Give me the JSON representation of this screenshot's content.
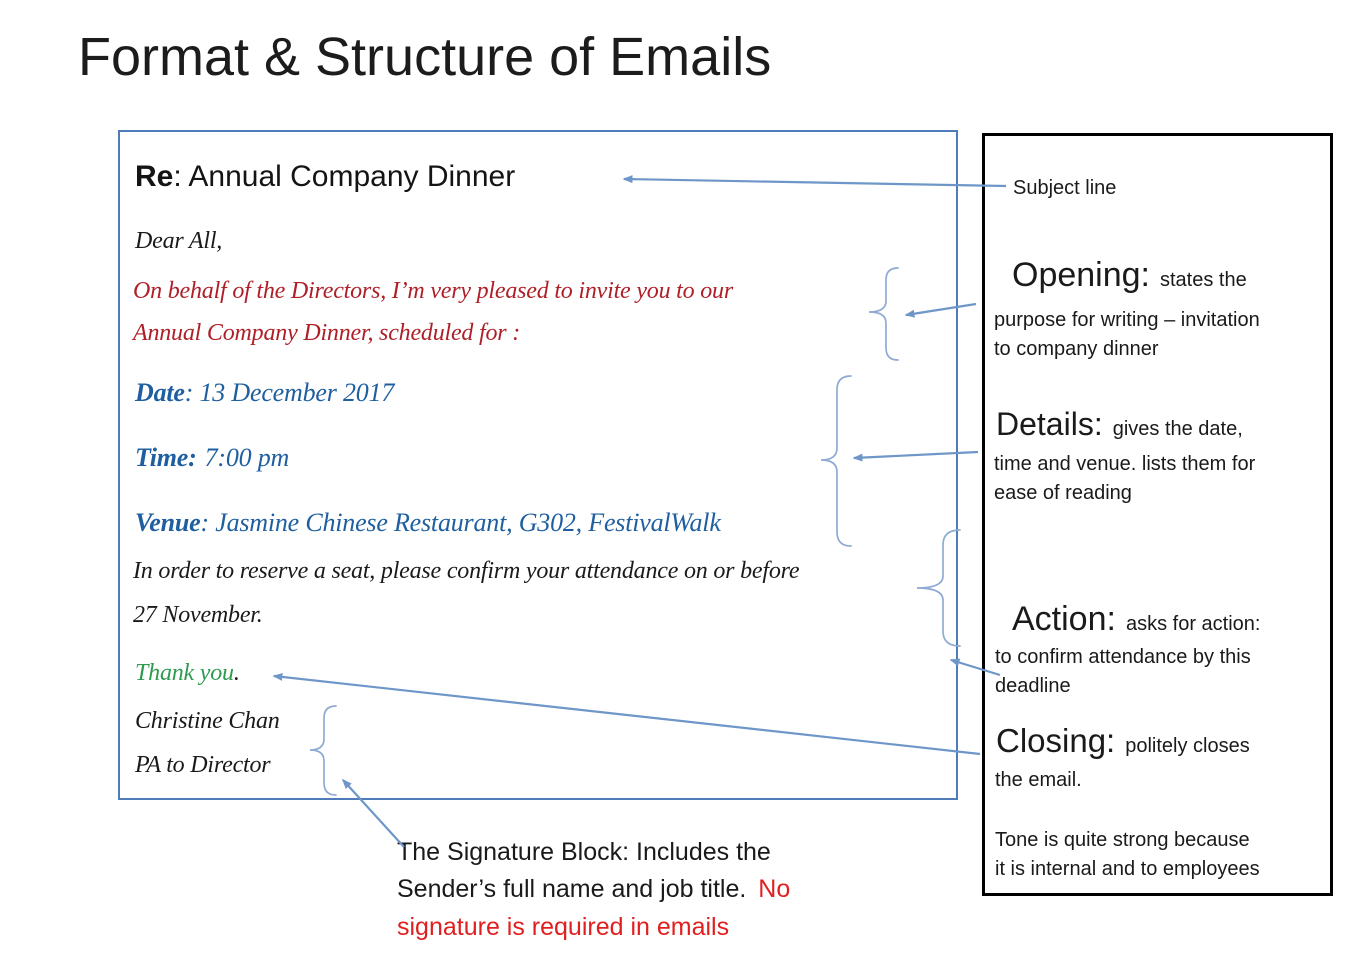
{
  "title": "Format & Structure of Emails",
  "colors": {
    "email_border": "#4F7CB8",
    "annotation_border": "#000000",
    "opening_red": "#AE1F28",
    "details_blue": "#1F5FA0",
    "closing_green": "#2E9B50",
    "warning_red": "#E02020",
    "connector_blue": "#6E96C8"
  },
  "email": {
    "subject_label": "Re",
    "subject_rest": ": Annual Company Dinner",
    "greeting": "Dear All,",
    "opening_line1": "On behalf of the Directors, I’m very pleased to invite you to our",
    "opening_line2": "Annual Company Dinner, scheduled for :",
    "date_label": "Date",
    "date_rest": ": 13 December 2017",
    "time_label": "Time:",
    "time_rest": "7:00 pm",
    "venue_label": "Venue",
    "venue_rest": ":  Jasmine Chinese Restaurant, G302, FestivalWalk",
    "action_line1": "In order to reserve a seat, please confirm your attendance on or before",
    "action_line2": "27 November.",
    "closing_text": "Thank you",
    "closing_period": ".",
    "signature_name": "Christine Chan",
    "signature_title": "PA to Director"
  },
  "annotations": {
    "subject_label": "Subject line",
    "opening_head": "Opening:",
    "opening_tail": "states the",
    "opening_line2": "purpose for writing – invitation",
    "opening_line3": "to company dinner",
    "details_head": "Details:",
    "details_tail": "gives the date,",
    "details_line2": "time and venue. lists them for",
    "details_line3": "ease of reading",
    "action_head": "Action:",
    "action_tail": "asks for action:",
    "action_line2": "to confirm attendance by this",
    "action_line3": "deadline",
    "closing_head": "Closing:",
    "closing_tail": "politely closes",
    "closing_line2": "the email.",
    "tone_line1": "Tone is quite strong because",
    "tone_line2": "it is internal and to employees"
  },
  "footnote": {
    "line1": "The Signature Block: Includes the",
    "line2_black": "Sender’s full name and job title.",
    "line2_red": "No",
    "line3_red": "signature is required in emails"
  }
}
